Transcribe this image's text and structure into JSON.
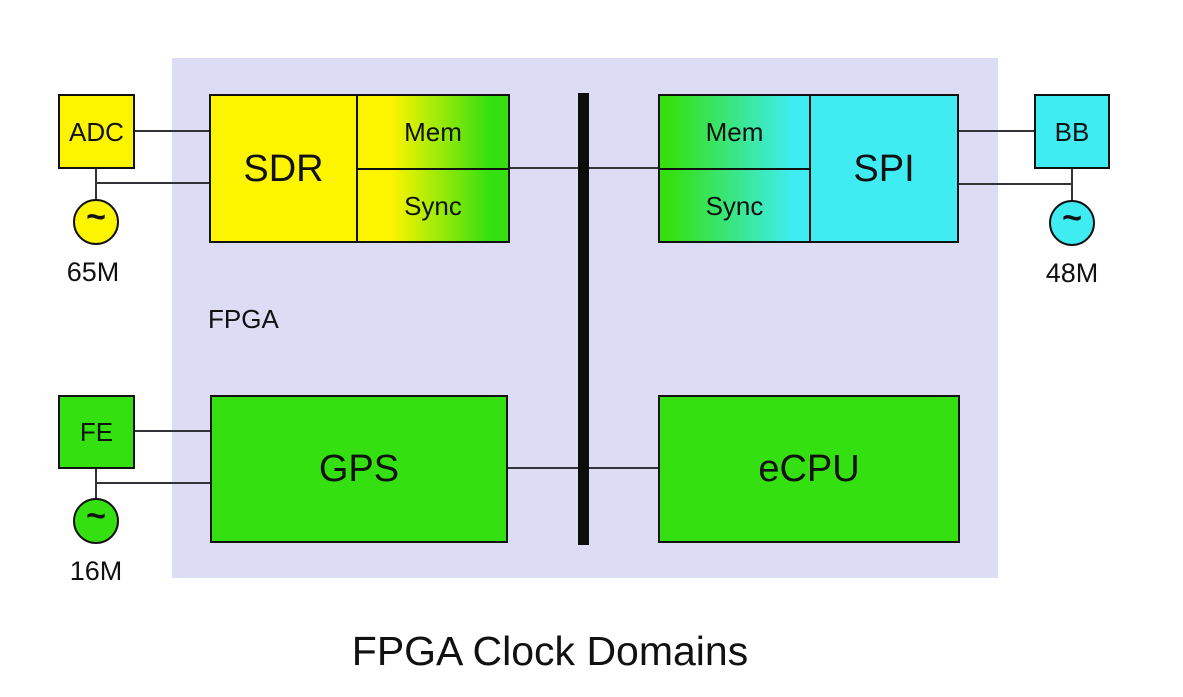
{
  "diagram": {
    "title": "FPGA Clock Domains",
    "fpga_label": "FPGA",
    "blocks": {
      "adc": "ADC",
      "sdr": "SDR",
      "mem_left": "Mem",
      "sync_left": "Sync",
      "mem_right": "Mem",
      "sync_right": "Sync",
      "spi": "SPI",
      "bb": "BB",
      "fe": "FE",
      "gps": "GPS",
      "ecpu": "eCPU"
    },
    "clocks": {
      "clk65": {
        "label": "65M",
        "symbol": "~"
      },
      "clk48": {
        "label": "48M",
        "symbol": "~"
      },
      "clk16": {
        "label": "16M",
        "symbol": "~"
      }
    },
    "colors": {
      "yellow": "#FDF400",
      "green": "#35E011",
      "cyan": "#3FECF2",
      "fpga_background": "#DCDCF4"
    }
  }
}
